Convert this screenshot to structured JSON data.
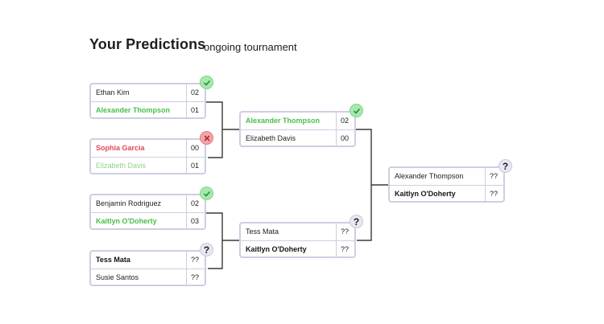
{
  "header": {
    "title": "Your Predictions",
    "subtitle": "ongoing tournament"
  },
  "matches": [
    {
      "p1": "Ethan Kim",
      "s1": "02",
      "p2": "Alexander Thompson",
      "s2": "01",
      "status": "correct"
    },
    {
      "p1": "Sophia Garcia",
      "s1": "00",
      "p2": "Elizabeth Davis",
      "s2": "01",
      "status": "wrong"
    },
    {
      "p1": "Benjamin Rodriguez",
      "s1": "02",
      "p2": "Kaitlyn O'Doherty",
      "s2": "03",
      "status": "correct"
    },
    {
      "p1": "Tess Mata",
      "s1": "??",
      "p2": "Susie Santos",
      "s2": "??",
      "status": "pending"
    },
    {
      "p1": "Alexander Thompson",
      "s1": "02",
      "p2": "Elizabeth Davis",
      "s2": "00",
      "status": "correct"
    },
    {
      "p1": "Tess Mata",
      "s1": "??",
      "p2": "Kaitlyn O'Doherty",
      "s2": "??",
      "status": "pending"
    },
    {
      "p1": "Alexander Thompson",
      "s1": "??",
      "p2": "Kaitlyn O'Doherty",
      "s2": "??",
      "status": "pending"
    }
  ],
  "icons": {
    "correct": "check-icon",
    "wrong": "cross-icon",
    "pending": "question-icon"
  },
  "colors": {
    "correct": "#4bbf4b",
    "wrong": "#de4b5a",
    "border": "#cfcde3",
    "predicted_light": "#8cd48c"
  }
}
